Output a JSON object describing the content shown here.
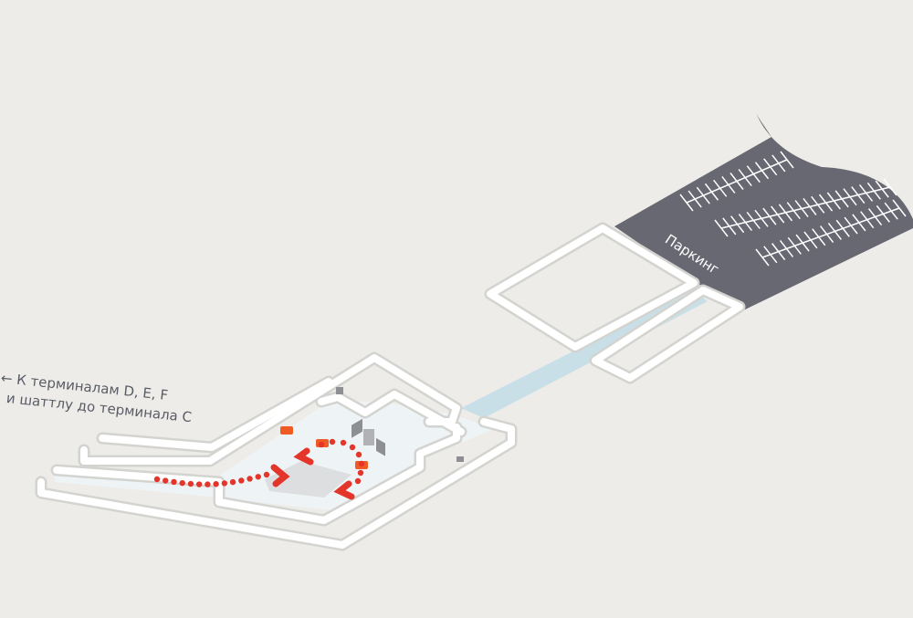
{
  "map": {
    "direction_label_line1": "← К терминалам D, E, F",
    "direction_label_line2": "и шаттлу до терминала C",
    "parking_label": "Паркинг"
  },
  "colors": {
    "background": "#edece8",
    "parking": "#676872",
    "corridor": "#c9dfe8",
    "floor": "#eef4f6",
    "route": "#e4352b",
    "icon": "#f05a24"
  },
  "icons": [
    "escalator-icon",
    "elevator-icon",
    "baggage-icon",
    "route-arrow-icon"
  ]
}
